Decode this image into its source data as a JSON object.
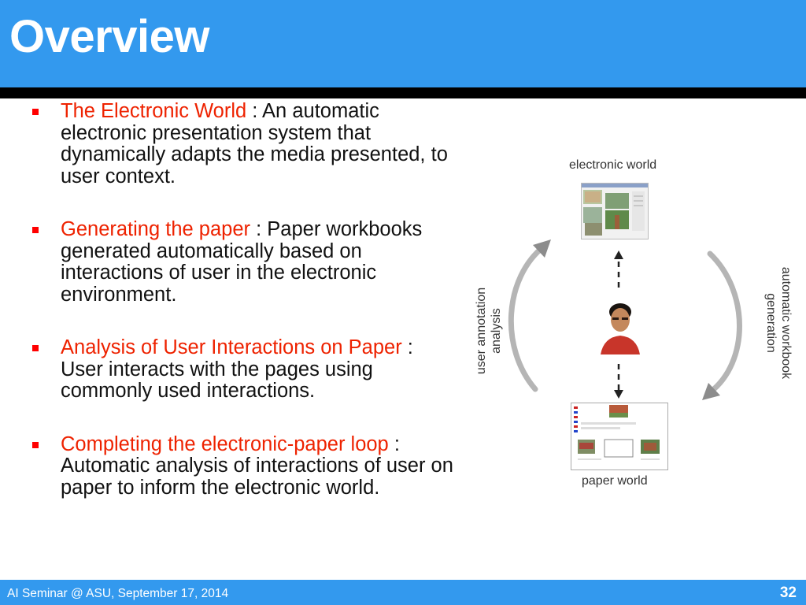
{
  "slide": {
    "title": "Overview",
    "bullets": [
      {
        "title": "The Electronic World",
        "text": " : An automatic electronic presentation system that dynamically adapts the media presented, to user context."
      },
      {
        "title": "Generating the paper",
        "text": " : Paper workbooks generated automatically based on interactions of user in the electronic environment."
      },
      {
        "title": "Analysis of User Interactions on Paper",
        "text": " :  User interacts with the pages using commonly used interactions."
      },
      {
        "title": "Completing the electronic-paper loop",
        "text": " : Automatic analysis of interactions of user on paper to inform the electronic world."
      }
    ]
  },
  "diagram": {
    "top_label": "electronic world",
    "bottom_label": "paper world",
    "left_label_line1": "user annotation",
    "left_label_line2": "analysis",
    "right_label_line1": "automatic workbook",
    "right_label_line2": "generation"
  },
  "footer": {
    "text": "AI Seminar @ ASU, September 17, 2014",
    "page_number": "32"
  },
  "colors": {
    "header_blue": "#3399ee",
    "bullet_title_red": "#ee2200",
    "bullet_marker_red": "#ff0000"
  }
}
